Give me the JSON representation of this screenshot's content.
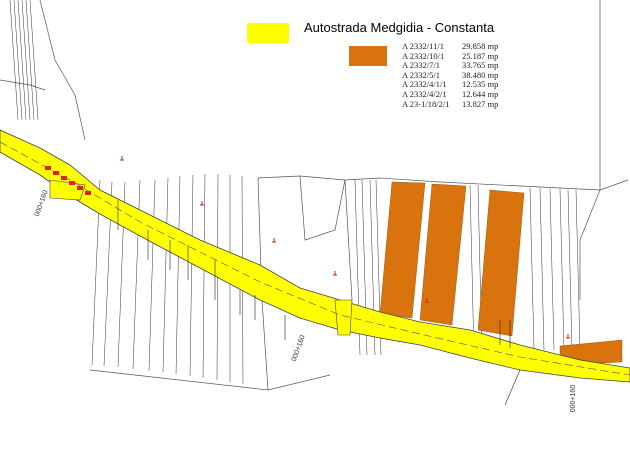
{
  "legend": {
    "title": "Autostrada Medgidia - Constanta",
    "highway_color": "#ffff00",
    "parcel_color": "#d9730d"
  },
  "parcels": [
    {
      "id": "A 2332/11/1",
      "area": "29.858 mp"
    },
    {
      "id": "A 2332/10/1",
      "area": "25.187 mp"
    },
    {
      "id": "A 2332/7/1",
      "area": "33.765 mp"
    },
    {
      "id": "A 2332/5/1",
      "area": "38.480 mp"
    },
    {
      "id": "A 2332/4/1/1",
      "area": "12.535 mp"
    },
    {
      "id": "A 2332/4/2/1",
      "area": "12.644 mp"
    },
    {
      "id": "A 23-1/18/2/1",
      "area": "13.827 mp"
    }
  ],
  "km_markers": [
    "000+160",
    "000+160",
    "000+160"
  ],
  "colors": {
    "highway": "#ffff00",
    "parcel": "#d9730d",
    "lines": "#444444",
    "marker": "#cc2200"
  }
}
